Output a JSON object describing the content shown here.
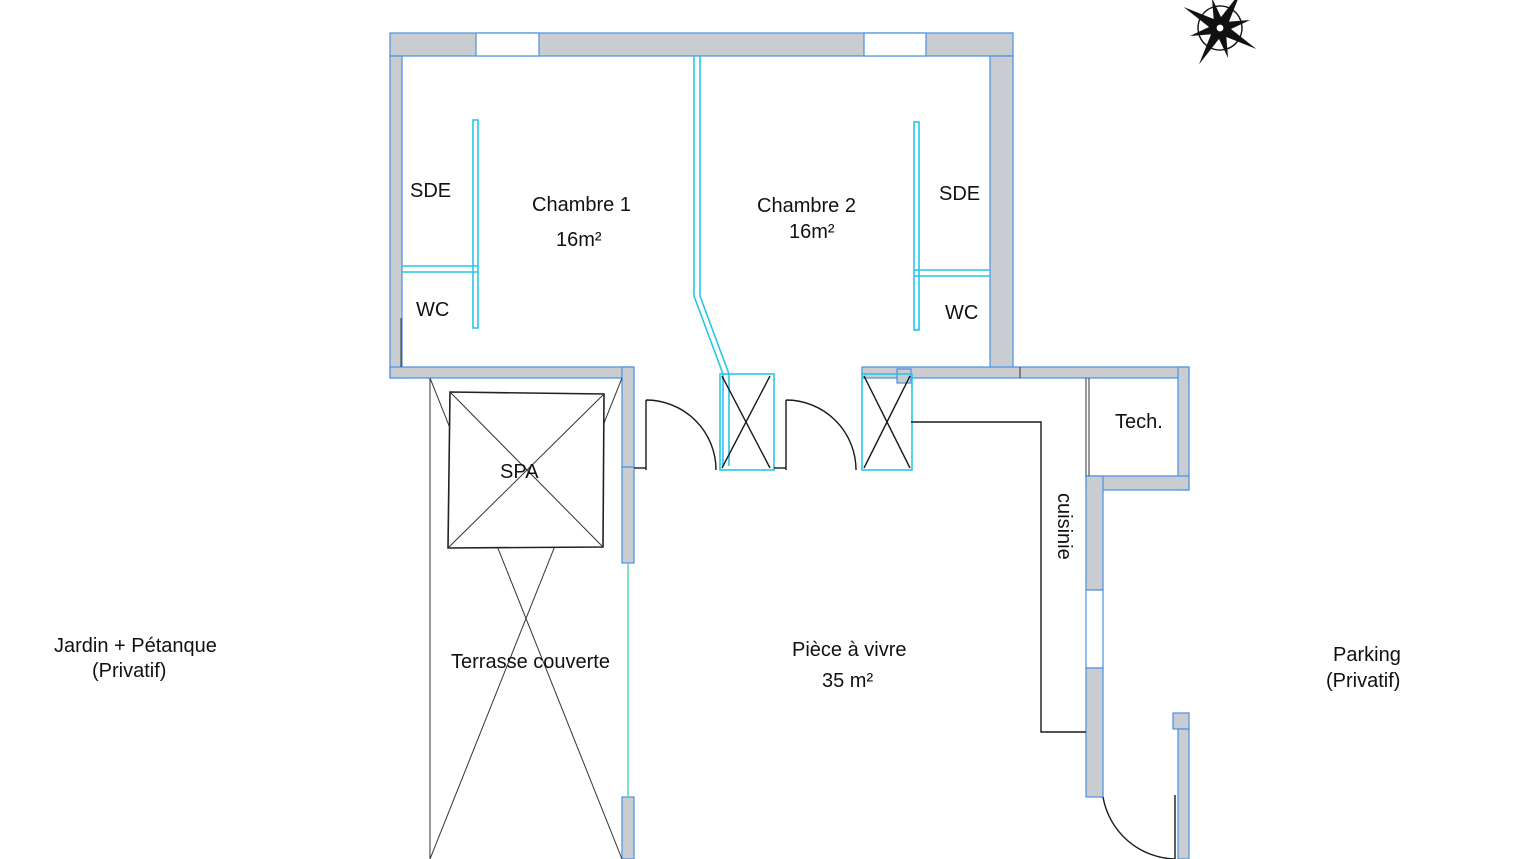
{
  "rooms": {
    "chambre1": {
      "name": "Chambre 1",
      "area": "16m²"
    },
    "chambre2": {
      "name": "Chambre 2",
      "area": "16m²"
    },
    "sde1": "SDE",
    "sde2": "SDE",
    "wc1": "WC",
    "wc2": "WC",
    "tech": "Tech.",
    "cuisine": "cuisinie",
    "spa": "SPA",
    "terrasse": "Terrasse couverte",
    "piece": {
      "name": "Pièce à vivre",
      "area": "35 m²"
    }
  },
  "outside": {
    "jardin": {
      "line1": "Jardin + Pétanque",
      "line2": "(Privatif)"
    },
    "parking": {
      "line1": "Parking",
      "line2": "(Privatif)"
    }
  },
  "colors": {
    "wall_fill": "#c9cdd2",
    "wall_outline": "#4a90e2",
    "partition": "#27c6e6",
    "glass_door": "#5fe0b0"
  },
  "icons": {
    "compass": "compass-rose-icon"
  }
}
